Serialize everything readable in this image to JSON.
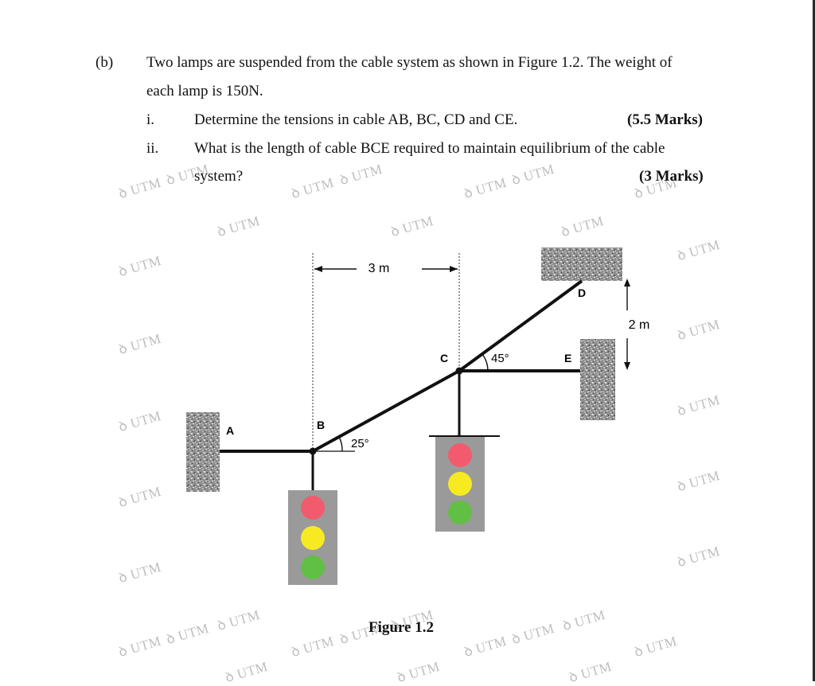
{
  "question": {
    "part_label": "(b)",
    "intro_line1": "Two lamps are suspended from the cable system as shown in Figure 1.2. The weight of",
    "intro_line2": "each lamp is 150N.",
    "items": [
      {
        "num": "i.",
        "text": "Determine the tensions in cable AB, BC, CD and CE.",
        "marks": "(5.5 Marks)"
      },
      {
        "num": "ii.",
        "text_line1": "What is the length of cable BCE required to maintain equilibrium of the cable",
        "text_line2": "system?",
        "marks": "(3 Marks)"
      }
    ]
  },
  "figure": {
    "caption": "Figure 1.2",
    "labels": {
      "A": "A",
      "B": "B",
      "C": "C",
      "D": "D",
      "E": "E"
    },
    "dimension_horizontal": "3 m",
    "dimension_vertical": "2 m",
    "angle_B": "25°",
    "angle_C": "45°",
    "lamp_colors": {
      "red": "#f25b6e",
      "yellow": "#f7ea22",
      "green": "#62bf45",
      "housing": "#9a9a9a"
    }
  },
  "watermark": {
    "text": "ꝺ UTM"
  }
}
